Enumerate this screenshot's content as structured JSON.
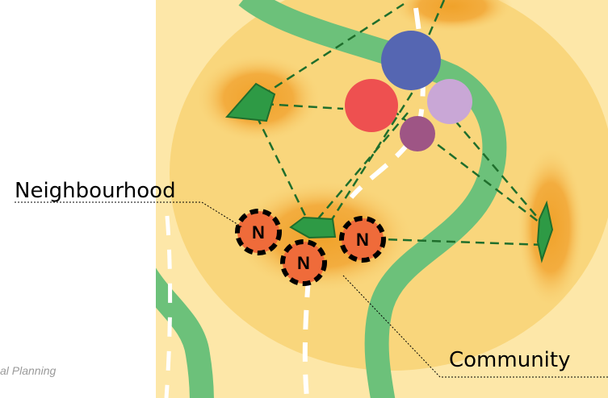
{
  "labels": {
    "neighbourhood": "Neighbourhood",
    "community": "Community",
    "caption": "al Planning"
  },
  "neighbourhood_markers": [
    {
      "text": "N"
    },
    {
      "text": "N"
    },
    {
      "text": "N"
    }
  ],
  "colors": {
    "outer_field": "#fde7a8",
    "inner_field": "#f9d67c",
    "node_zone": "#f2a833",
    "river": "#6cc17a",
    "road": "#ffffff",
    "link": "#1f6e2c",
    "hub_blue": "#5566b2",
    "hub_red": "#ee5050",
    "hub_lilac": "#c9a7d6",
    "hub_plum": "#9e5585",
    "marker_fill": "#ef6b3a",
    "marker_ring": "#000000",
    "green_node": "#2e9a45"
  }
}
